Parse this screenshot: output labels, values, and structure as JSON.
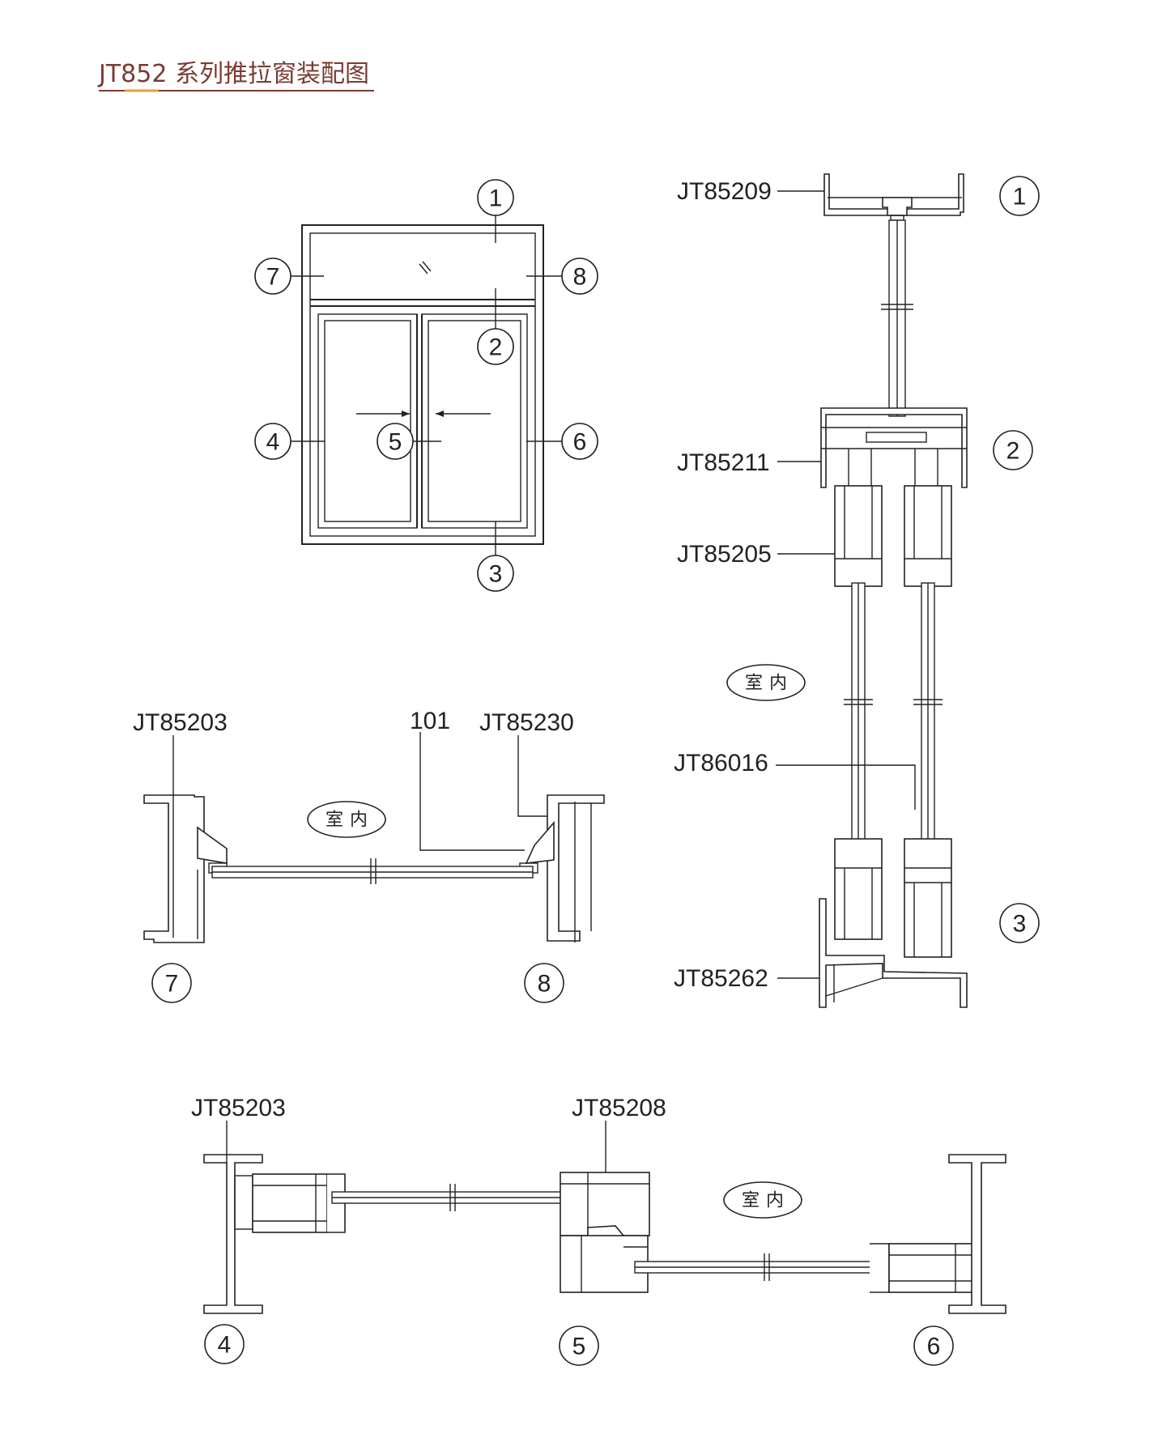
{
  "title": "JT852 系列推拉窗装配图",
  "colors": {
    "title": "#7a3b32",
    "underline": "#7a3b32",
    "underline_accent": "#e0a23a",
    "line": "#222222"
  },
  "elevation": {
    "markers": [
      "1",
      "2",
      "3",
      "4",
      "5",
      "6",
      "7",
      "8"
    ]
  },
  "vertical_section": {
    "labels": [
      "JT85209",
      "JT85211",
      "JT85205",
      "JT86016",
      "JT85262"
    ],
    "markers": [
      "1",
      "2",
      "3"
    ],
    "interior": "室内"
  },
  "fixed_section": {
    "labels": [
      "JT85203",
      "101",
      "JT85230"
    ],
    "markers": [
      "7",
      "8"
    ],
    "interior": "室内"
  },
  "sliding_section": {
    "labels": [
      "JT85203",
      "JT85208"
    ],
    "markers": [
      "4",
      "5",
      "6"
    ],
    "interior": "室内"
  }
}
